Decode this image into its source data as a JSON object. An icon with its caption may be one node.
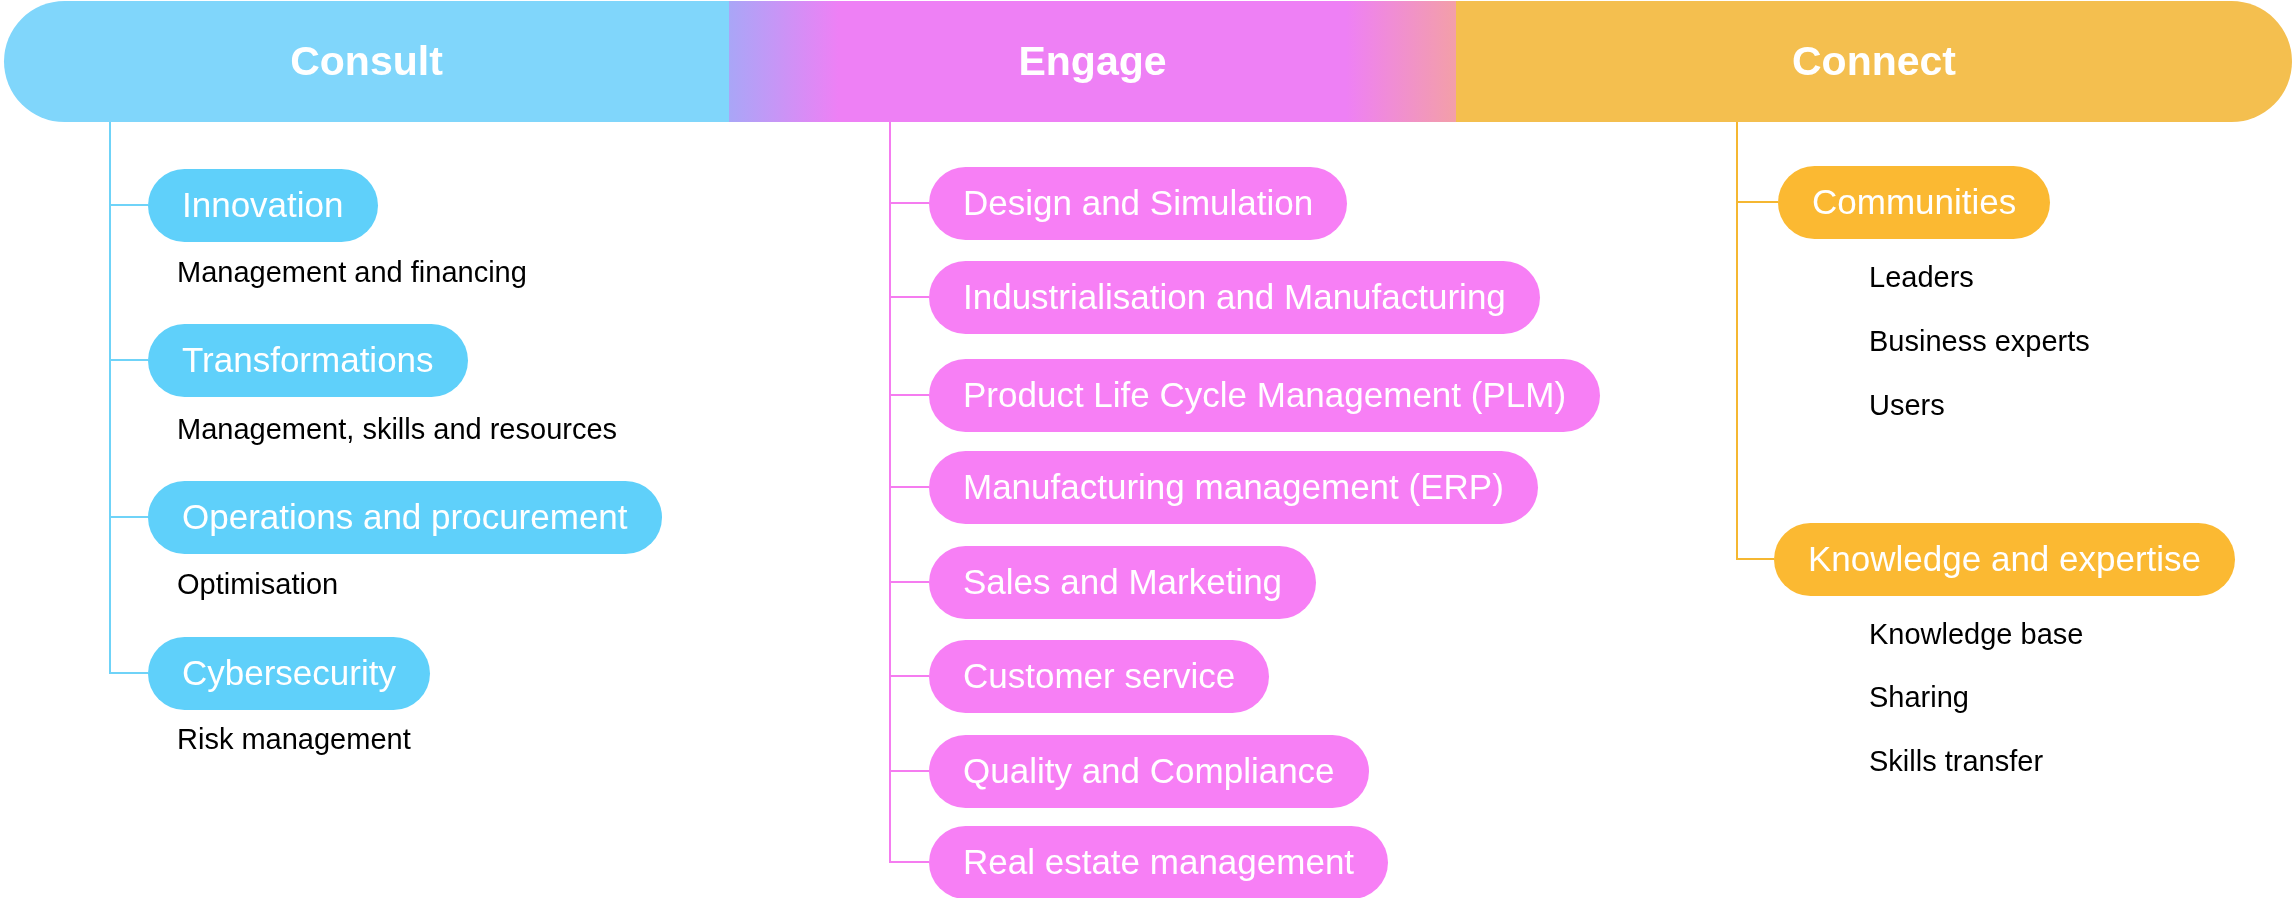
{
  "diagram": {
    "nodes": [
      {
        "text": [
          "Consult"
        ]
      },
      {
        "text": [
          "Innovation"
        ],
        "beside": [
          "Management and financing"
        ]
      },
      {
        "text": [
          "Transformations"
        ],
        "beside": [
          "Management, skills and resources"
        ]
      },
      {
        "text": [
          "Operations and procurement"
        ],
        "beside": [
          "Optimisation"
        ]
      },
      {
        "text": [
          "Cybersecurity"
        ],
        "beside": [
          "Risk management"
        ]
      },
      {
        "text": [
          "Engage"
        ]
      },
      {
        "text": [
          "Design and Simulation"
        ]
      },
      {
        "text": [
          "Industrialisation and Manufacturing"
        ]
      },
      {
        "text": [
          "Product Life Cycle Management (PLM)"
        ]
      },
      {
        "text": [
          "Manufacturing management (ERP)"
        ]
      },
      {
        "text": [
          "Sales and Marketing"
        ]
      },
      {
        "text": [
          "Customer service"
        ]
      },
      {
        "text": [
          "Quality and Compliance"
        ]
      },
      {
        "text": [
          "Real estate management"
        ]
      },
      {
        "text": [
          "Connect"
        ]
      },
      {
        "text": [
          "Communities"
        ],
        "beside": [
          "Leaders",
          "Business experts",
          "Users"
        ]
      },
      {
        "text": [
          "Knowledge and expertise"
        ],
        "beside": [
          "Knowledge base",
          "Sharing",
          "Skills transfer"
        ]
      }
    ],
    "edges": [
      {
        "from": 0,
        "to": 1,
        "arrow": "none",
        "color": "#6fd3f8"
      },
      {
        "from": 0,
        "to": 2,
        "arrow": "none",
        "color": "#6fd3f8"
      },
      {
        "from": 0,
        "to": 3,
        "arrow": "none",
        "color": "#6fd3f8"
      },
      {
        "from": 0,
        "to": 4,
        "arrow": "none",
        "color": "#6fd3f8"
      },
      {
        "from": 5,
        "to": 6,
        "arrow": "none"
      },
      {
        "from": 5,
        "to": 7,
        "arrow": "none"
      },
      {
        "from": 5,
        "to": 8,
        "arrow": "none"
      },
      {
        "from": 5,
        "to": 9,
        "arrow": "none"
      },
      {
        "from": 5,
        "to": 10,
        "arrow": "none"
      },
      {
        "from": 5,
        "to": 11,
        "arrow": "none"
      },
      {
        "from": 5,
        "to": 12,
        "arrow": "none"
      },
      {
        "from": 5,
        "to": 13,
        "arrow": "none"
      },
      {
        "from": 14,
        "to": 15,
        "arrow": "none",
        "color": "#f5b731"
      },
      {
        "from": 14,
        "to": 16,
        "arrow": "none",
        "color": "#f5b731"
      }
    ]
  }
}
